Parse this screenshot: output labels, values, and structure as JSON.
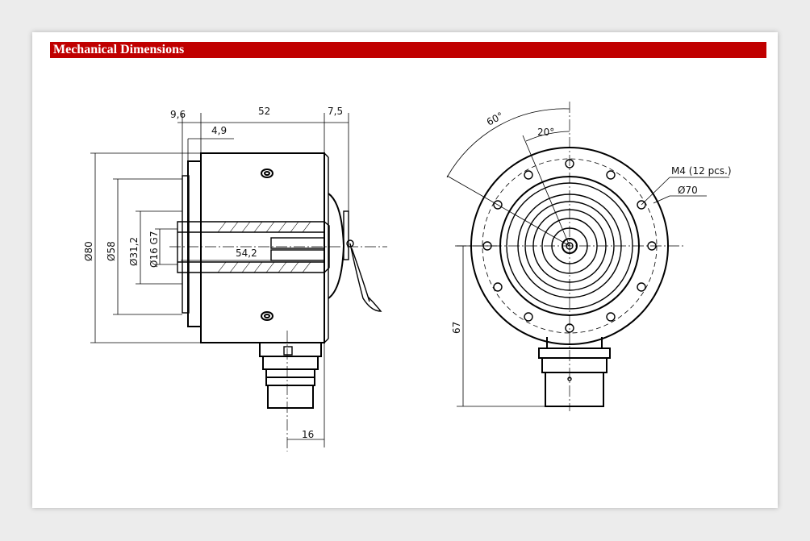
{
  "section": {
    "title": "Mechanical Dimensions",
    "header_color": "#c00000"
  },
  "side_view": {
    "dim_flange_depth": "9,6",
    "dim_body_length": "52",
    "dim_cover_depth": "7,5",
    "dim_step": "4,9",
    "dim_outer_diameter": "Ø80",
    "dim_flange_diameter": "Ø58",
    "dim_shaft_diameter": "Ø31,2",
    "dim_bore_diameter": "Ø16 G7",
    "dim_bore_depth": "54,2",
    "dim_connector_offset": "16"
  },
  "front_view": {
    "dim_pitch_angle": "60°",
    "dim_small_angle": "20°",
    "dim_thread": "M4 (12 pcs.)",
    "dim_bolt_circle": "Ø70",
    "dim_center_height": "67"
  }
}
